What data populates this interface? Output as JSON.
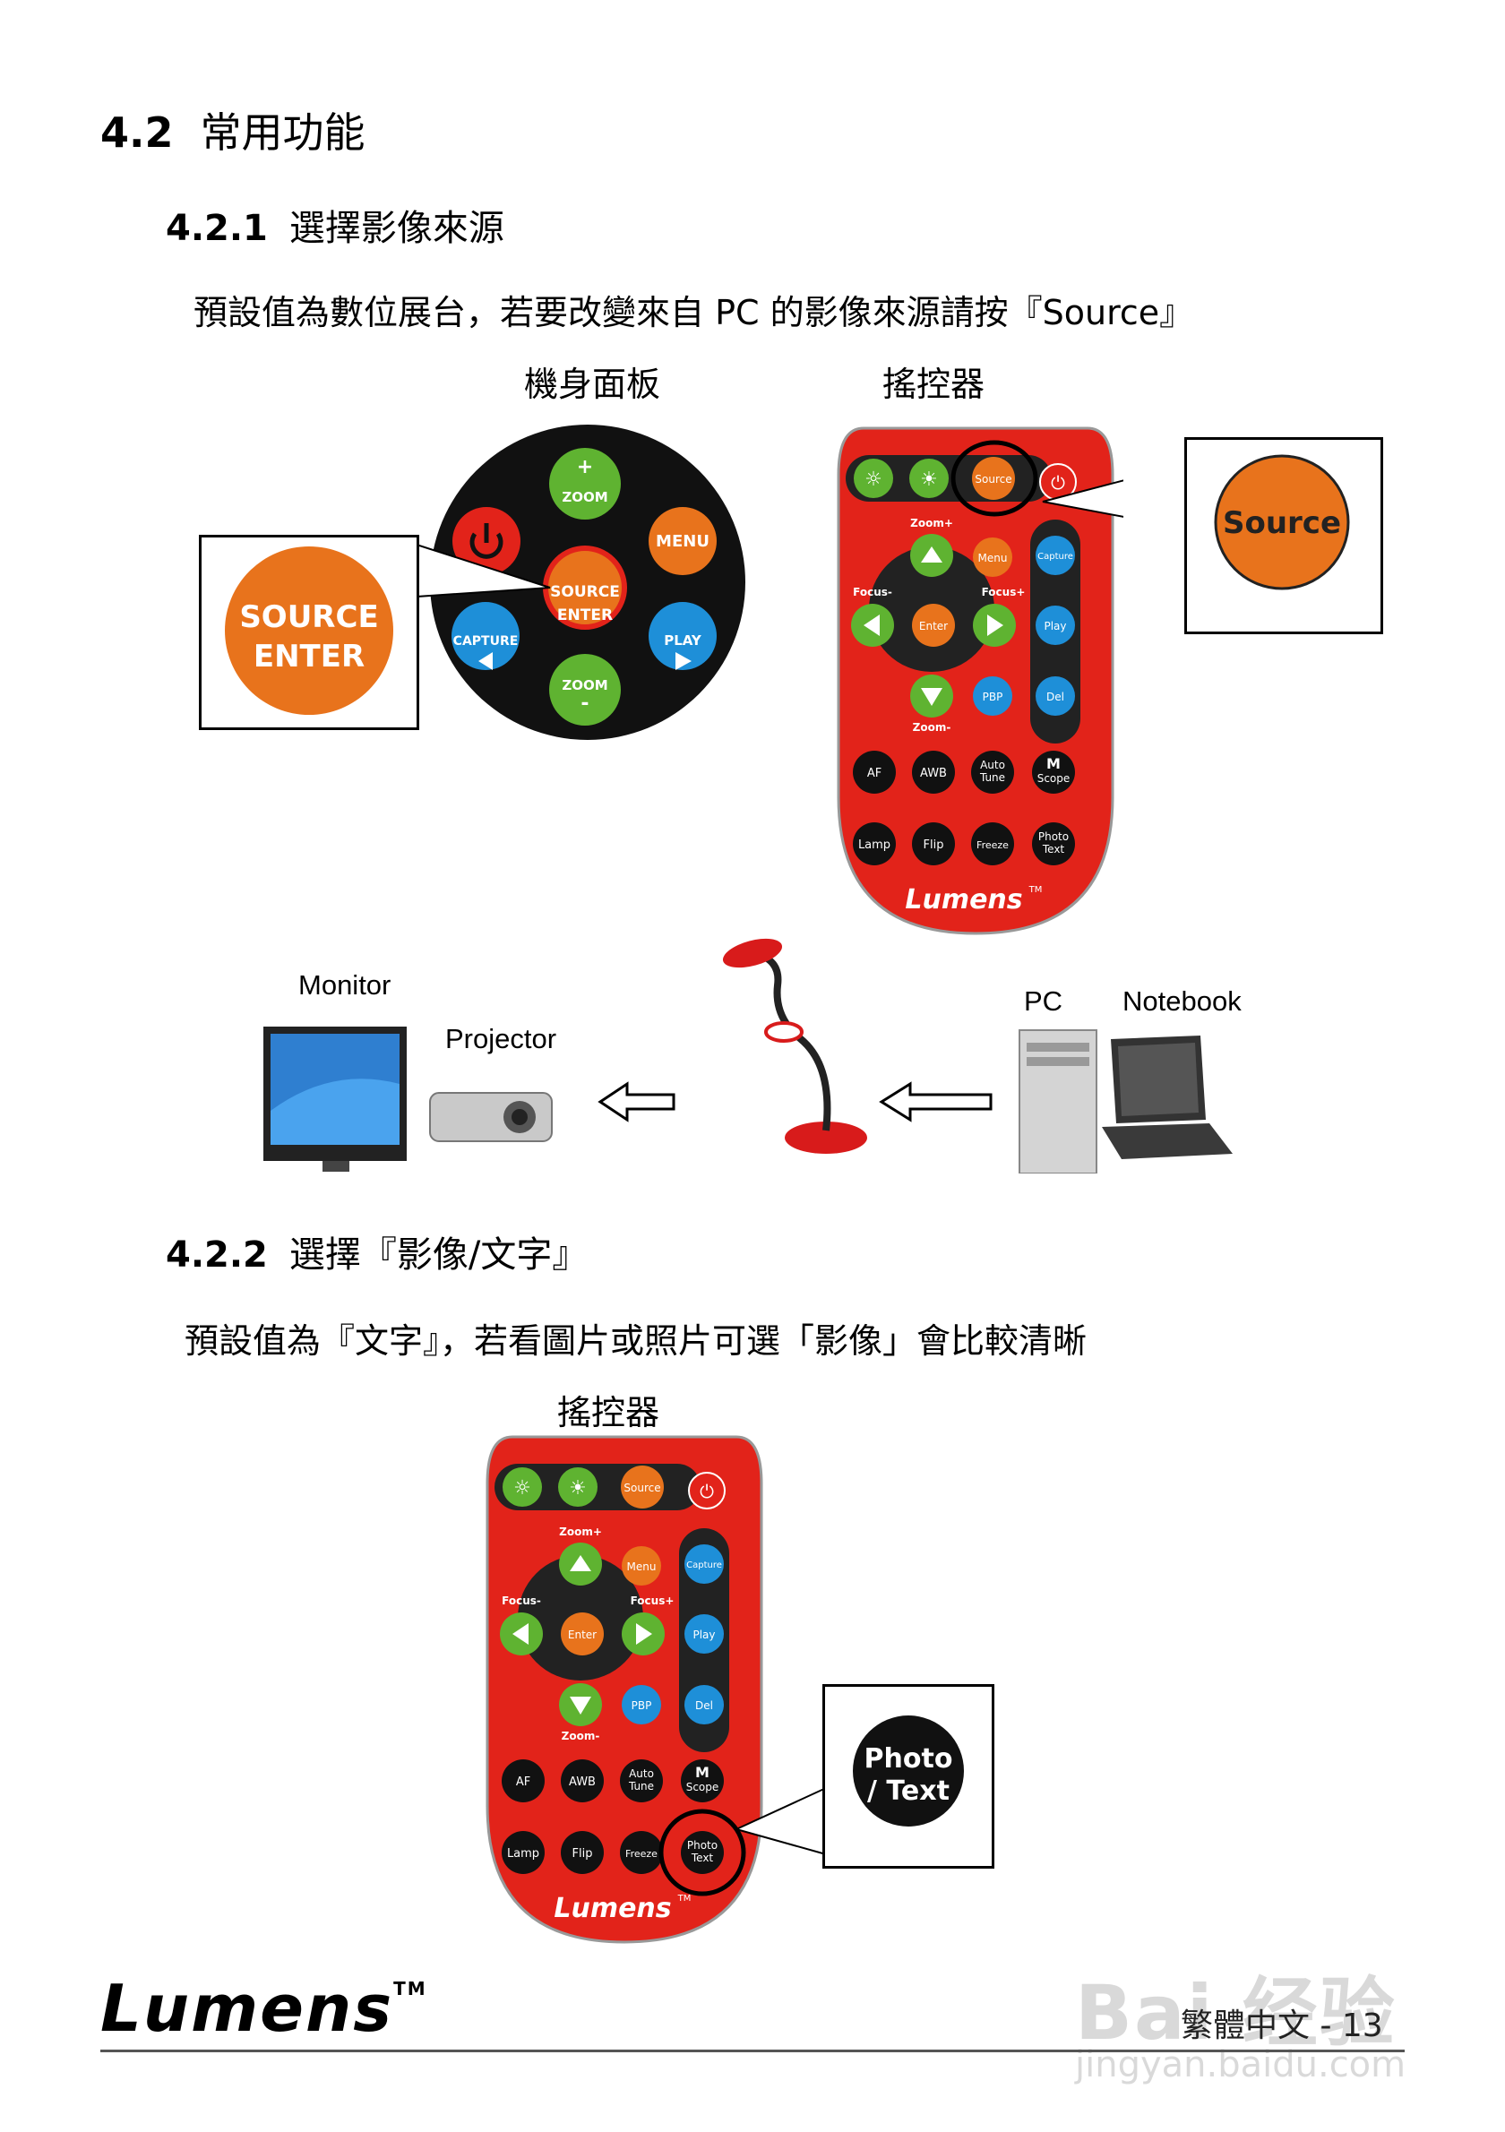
{
  "section": {
    "number": "4.2",
    "title": "常用功能"
  },
  "sub1": {
    "number": "4.2.1",
    "title": "選擇影像來源",
    "description": "預設值為數位展台，若要改變來自 PC 的影像來源請按『Source』",
    "panel_label": "機身面板",
    "remote_label": "搖控器"
  },
  "panel": {
    "zoom_in_plus": "+",
    "zoom_label": "ZOOM",
    "zoom_out_minus": "-",
    "menu": "MENU",
    "source": "SOURCE",
    "enter": "ENTER",
    "capture": "CAPTURE",
    "play": "PLAY"
  },
  "source_callout": {
    "line1": "SOURCE",
    "line2": "ENTER"
  },
  "remote": {
    "source": "Source",
    "menu": "Menu",
    "capture": "Capture",
    "zoom_plus": "Zoom+",
    "zoom_minus": "Zoom-",
    "focus_minus": "Focus-",
    "focus_plus": "Focus+",
    "enter": "Enter",
    "play": "Play",
    "pbp": "PBP",
    "del": "Del",
    "af": "AF",
    "awb": "AWB",
    "auto1": "Auto",
    "auto2": "Tune",
    "m1": "M",
    "m2": "Scope",
    "lamp": "Lamp",
    "flip": "Flip",
    "freeze": "Freeze",
    "photo1": "Photo",
    "photo2": "Text",
    "brand": "Lumens",
    "tm": "TM"
  },
  "remote_source_callout": "Source",
  "devices": {
    "monitor": "Monitor",
    "projector": "Projector",
    "pc": "PC",
    "notebook": "Notebook"
  },
  "sub2": {
    "number": "4.2.2",
    "title": "選擇『影像/文字』",
    "description": "預設值為『文字』，若看圖片或照片可選「影像」會比較清晰",
    "remote_label": "搖控器"
  },
  "photo_callout": {
    "line1": "Photo",
    "line2": "/ Text"
  },
  "footer": {
    "brand": "Lumens",
    "tm": "TM",
    "page": "繁體中文 - 13"
  },
  "watermark": {
    "main": "Bai 经验",
    "sub": "jingyan.baidu.com"
  },
  "colors": {
    "remote_red": "#e2231a",
    "orange": "#e8731c",
    "green": "#5fb331",
    "blue": "#1e8fd8",
    "black": "#111111"
  }
}
